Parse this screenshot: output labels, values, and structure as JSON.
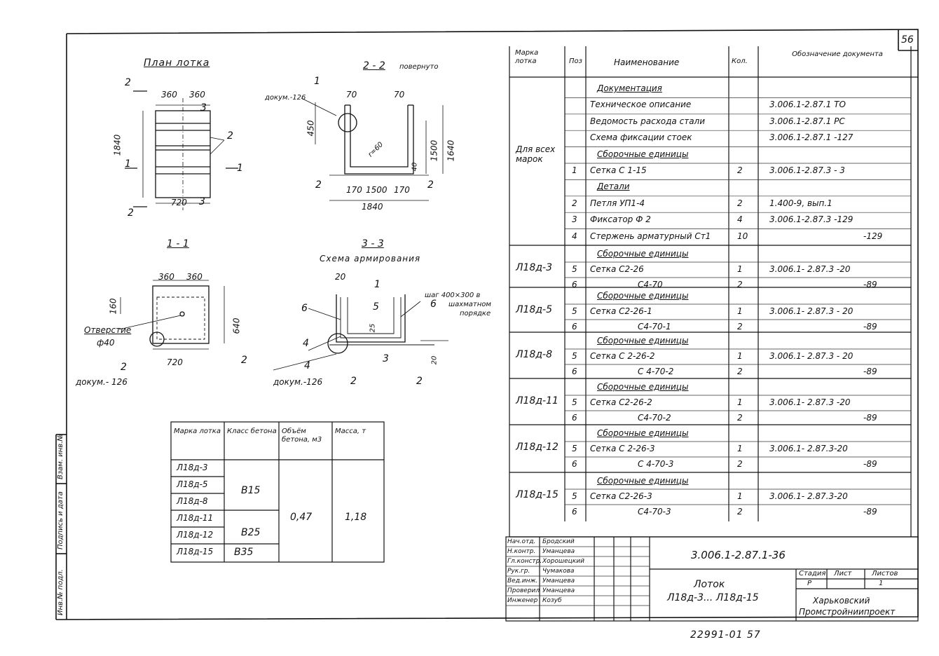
{
  "sheet_number": "56",
  "bottom_number": "22991-01 57",
  "views": {
    "plan_title": "План лотка",
    "plan": {
      "dim_a": "360",
      "dim_b": "360",
      "length": "1840",
      "width": "720",
      "cut_2a": "2",
      "cut_2b": "2",
      "cut_1a": "1",
      "cut_1b": "1",
      "cut_3a": "3",
      "cut_3b": "3",
      "pos2": "2"
    },
    "s22_title": "2 - 2",
    "s22_sub": "повернуто",
    "s22": {
      "doc_label": "докум.-126",
      "pos1": "1",
      "d70a": "70",
      "d70b": "70",
      "d450": "450",
      "d1500v": "1500",
      "d1640": "1640",
      "d40": "40",
      "r": "r=60",
      "d170a": "170",
      "d1500": "1500",
      "d170b": "170",
      "d1840": "1840",
      "pos2a": "2",
      "pos2b": "2"
    },
    "s11_title": "1 - 1",
    "s11": {
      "d360a": "360",
      "d360b": "360",
      "d160": "160",
      "d640": "640",
      "hole_label": "Отверстие",
      "hole_dia": "ф40",
      "d720": "720",
      "pos2a": "2",
      "pos2b": "2",
      "doc_label": "докум.- 126"
    },
    "s33_title": "3 - 3",
    "s33_sub": "Схема армирования",
    "s33": {
      "d20": "20",
      "pos1": "1",
      "pos5": "5",
      "pos6a": "6",
      "pos6b": "6",
      "pos4a": "4",
      "pos4b": "4",
      "pos3": "3",
      "pos2a": "2",
      "pos2b": "2",
      "d25": "25",
      "d20b": "20",
      "step_note_1": "шаг 400×300 в",
      "step_note_2": "шахматном",
      "step_note_3": "порядке",
      "doc_label": "докум.-126"
    }
  },
  "concrete_table": {
    "headers": [
      "Марка лотка",
      "Класс бетона",
      "Объём бетона, м3",
      "Масса, т"
    ],
    "marks": [
      "Л18д-3",
      "Л18д-5",
      "Л18д-8",
      "Л18д-11",
      "Л18д-12",
      "Л18д-15"
    ],
    "classes": [
      "В15",
      "В25",
      "В35"
    ],
    "volume": "0,47",
    "mass": "1,18"
  },
  "spec": {
    "headers": {
      "mark": "Марка лотка",
      "pos": "Поз",
      "name": "Наименование",
      "qty": "Кол.",
      "doc": "Обозначение документа"
    },
    "group_all": "Для всех марок",
    "rows_all": [
      {
        "pos": "",
        "name": "Документация",
        "qty": "",
        "doc": "",
        "header": true
      },
      {
        "pos": "",
        "name": "Техническое описание",
        "qty": "",
        "doc": "3.006.1-2.87.1  ТО"
      },
      {
        "pos": "",
        "name": "Ведомость расхода стали",
        "qty": "",
        "doc": "3.006.1-2.87.1  РС"
      },
      {
        "pos": "",
        "name": "Схема фиксации стоек",
        "qty": "",
        "doc": "3.006.1-2.87.1 -127"
      },
      {
        "pos": "",
        "name": "Сборочные единицы",
        "qty": "",
        "doc": "",
        "header": true
      },
      {
        "pos": "1",
        "name": "Сетка С 1-15",
        "qty": "2",
        "doc": "3.006.1-2.87.3 - 3"
      },
      {
        "pos": "",
        "name": "Детали",
        "qty": "",
        "doc": "",
        "header": true
      },
      {
        "pos": "2",
        "name": "Петля  УП1-4",
        "qty": "2",
        "doc": "1.400-9, вып.1"
      },
      {
        "pos": "3",
        "name": "Фиксатор  Ф 2",
        "qty": "4",
        "doc": "3.006.1-2.87.3 -129"
      },
      {
        "pos": "4",
        "name": "Стержень арматурный Ст1",
        "qty": "10",
        "doc": "-129"
      }
    ],
    "groups": [
      {
        "mark": "Л18д-3",
        "rows": [
          {
            "pos": "",
            "name": "Сборочные единицы",
            "qty": "",
            "doc": "",
            "header": true
          },
          {
            "pos": "5",
            "name": "Сетка  С2-26",
            "qty": "1",
            "doc": "3.006.1- 2.87.3 -20"
          },
          {
            "pos": "6",
            "name": "С4-70",
            "qty": "2",
            "doc": "-89"
          }
        ]
      },
      {
        "mark": "Л18д-5",
        "rows": [
          {
            "pos": "",
            "name": "Сборочные единицы",
            "qty": "",
            "doc": "",
            "header": true
          },
          {
            "pos": "5",
            "name": "Сетка  С2-26-1",
            "qty": "1",
            "doc": "3.006.1- 2.87.3 - 20"
          },
          {
            "pos": "6",
            "name": "С4-70-1",
            "qty": "2",
            "doc": "-89"
          }
        ]
      },
      {
        "mark": "Л18д-8",
        "rows": [
          {
            "pos": "",
            "name": "Сборочные единицы",
            "qty": "",
            "doc": "",
            "header": true
          },
          {
            "pos": "5",
            "name": "Сетка  С 2-26-2",
            "qty": "1",
            "doc": "3.006.1- 2.87.3 - 20"
          },
          {
            "pos": "6",
            "name": "С 4-70-2",
            "qty": "2",
            "doc": "-89"
          }
        ]
      },
      {
        "mark": "Л18д-11",
        "rows": [
          {
            "pos": "",
            "name": "Сборочные единицы",
            "qty": "",
            "doc": "",
            "header": true
          },
          {
            "pos": "5",
            "name": "Сетка  С2-26-2",
            "qty": "1",
            "doc": "3.006.1- 2.87.3 -20"
          },
          {
            "pos": "6",
            "name": "С4-70-2",
            "qty": "2",
            "doc": "-89"
          }
        ]
      },
      {
        "mark": "Л18д-12",
        "rows": [
          {
            "pos": "",
            "name": "Сборочные единицы",
            "qty": "",
            "doc": "",
            "header": true
          },
          {
            "pos": "5",
            "name": "Сетка  С 2-26-3",
            "qty": "1",
            "doc": "3.006.1- 2.87.3-20"
          },
          {
            "pos": "6",
            "name": "С 4-70-3",
            "qty": "2",
            "doc": "-89"
          }
        ]
      },
      {
        "mark": "Л18д-15",
        "rows": [
          {
            "pos": "",
            "name": "Сборочные единицы",
            "qty": "",
            "doc": "",
            "header": true
          },
          {
            "pos": "5",
            "name": "Сетка  С2-26-3",
            "qty": "1",
            "doc": "3.006.1- 2.87.3-20"
          },
          {
            "pos": "6",
            "name": "С4-70-3",
            "qty": "2",
            "doc": "-89"
          }
        ]
      }
    ]
  },
  "title_block": {
    "signatures": [
      {
        "role": "Нач.отд.",
        "name": "Бродский"
      },
      {
        "role": "Н.контр.",
        "name": "Уманцева"
      },
      {
        "role": "Гл.констр.",
        "name": "Хорошецкий"
      },
      {
        "role": "Рук.гр.",
        "name": "Чумакова"
      },
      {
        "role": "Вед.инж.",
        "name": "Уманцева"
      },
      {
        "role": "Проверил",
        "name": "Уманцева"
      },
      {
        "role": "Инженер",
        "name": "Козуб"
      }
    ],
    "doc_code": "3.006.1-2.87.1-36",
    "item_name_1": "Лоток",
    "item_name_2": "Л18д-3... Л18д-15",
    "stage_label": "Стадия",
    "sheet_label": "Лист",
    "sheets_label": "Листов",
    "stage": "Р",
    "sheet": "1",
    "org_1": "Харьковский",
    "org_2": "Промстройниипроект"
  },
  "side_stamp": [
    "Инв.№ подл.",
    "Подпись и дата",
    "Взам. инв.№"
  ]
}
